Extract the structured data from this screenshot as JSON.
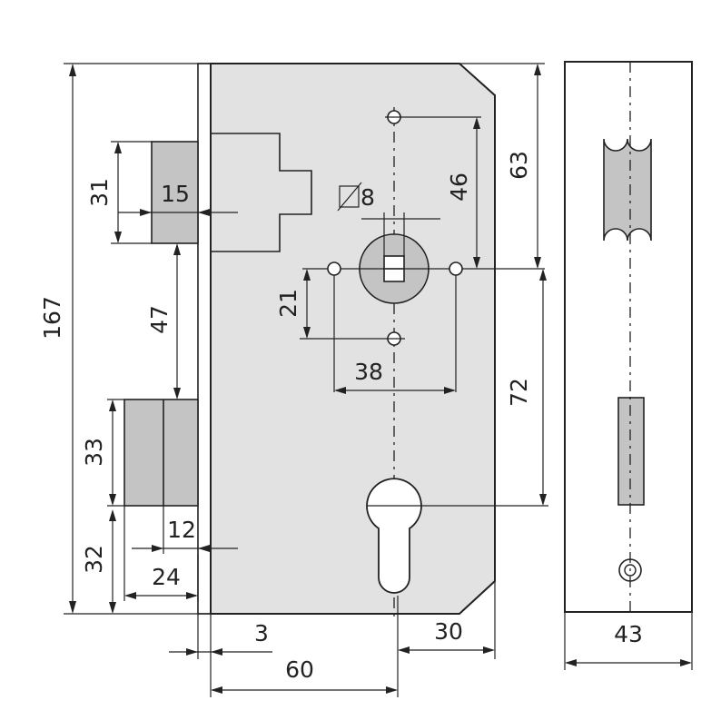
{
  "dimensions": {
    "total_height": "167",
    "latch_height": "31",
    "latch_projection": "15",
    "latch_to_bolt": "47",
    "bolt_height": "33",
    "bolt_bottom": "32",
    "bolt_throw_small": "12",
    "bolt_throw": "24",
    "spindle_to_top": "63",
    "screw_to_spindle": "46",
    "spindle_square": "8",
    "spindle_to_cylinder": "72",
    "screw_below": "21",
    "screw_spacing": "38",
    "faceplate_thickness": "3",
    "backset": "60",
    "cylinder_to_back": "30",
    "faceplate_width": "43"
  },
  "colors": {
    "plate_fill": "#e2e2e2",
    "part_fill": "#c4c4c4",
    "line": "#222222"
  }
}
